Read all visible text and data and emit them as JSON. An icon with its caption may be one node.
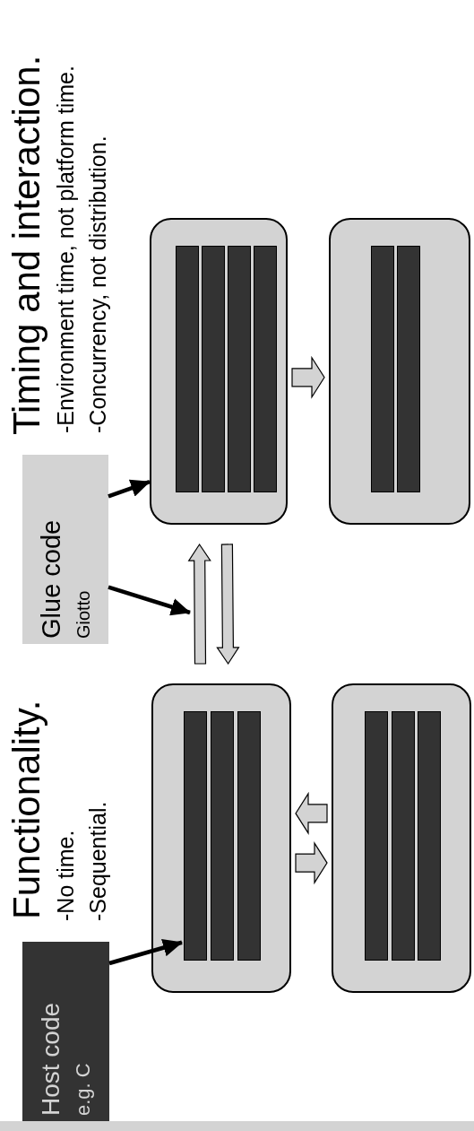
{
  "diagram": {
    "nodes": [
      {
        "text": [
          "Host code",
          "e.g. C"
        ]
      },
      {
        "text": [
          "Glue code",
          "Giotto"
        ]
      },
      {
        "text": [],
        "shape": "box"
      },
      {
        "text": [],
        "shape": "bar",
        "in": 2
      },
      {
        "text": [],
        "shape": "bar",
        "in": 2
      },
      {
        "text": [],
        "shape": "bar",
        "in": 2
      },
      {
        "text": [],
        "shape": "box"
      },
      {
        "text": [],
        "shape": "bar",
        "in": 6
      },
      {
        "text": [],
        "shape": "bar",
        "in": 6
      },
      {
        "text": [],
        "shape": "bar",
        "in": 6
      },
      {
        "text": [],
        "shape": "bar",
        "in": 6
      },
      {
        "text": [],
        "shape": "box"
      },
      {
        "text": [],
        "shape": "bar",
        "in": 11
      },
      {
        "text": [],
        "shape": "bar",
        "in": 11
      },
      {
        "text": [],
        "shape": "bar",
        "in": 11
      },
      {
        "text": [],
        "shape": "box"
      },
      {
        "text": [],
        "shape": "bar",
        "in": 15
      },
      {
        "text": [],
        "shape": "bar",
        "in": 15
      }
    ],
    "edges": [
      {
        "from": 0,
        "to": 3,
        "arrow": "to",
        "color": "#000000"
      },
      {
        "from": 1,
        "to": 6,
        "arrow": "to",
        "color": "#000000"
      },
      {
        "from": 1,
        "to": null,
        "arrow": "to",
        "color": "#000000"
      },
      {
        "from": 2,
        "to": 6,
        "arrow": "to"
      },
      {
        "from": 6,
        "to": 2,
        "arrow": "to"
      },
      {
        "from": 6,
        "to": 15,
        "arrow": "to"
      },
      {
        "from": 11,
        "to": 2,
        "arrow": "to"
      },
      {
        "from": 2,
        "to": 11,
        "arrow": "to"
      }
    ],
    "labels": [
      "Functionality.",
      "-No time.",
      "-Sequential.",
      "Timing and interaction.",
      "-Environment time, not platform time.",
      "-Concurrency, not distribution."
    ]
  }
}
